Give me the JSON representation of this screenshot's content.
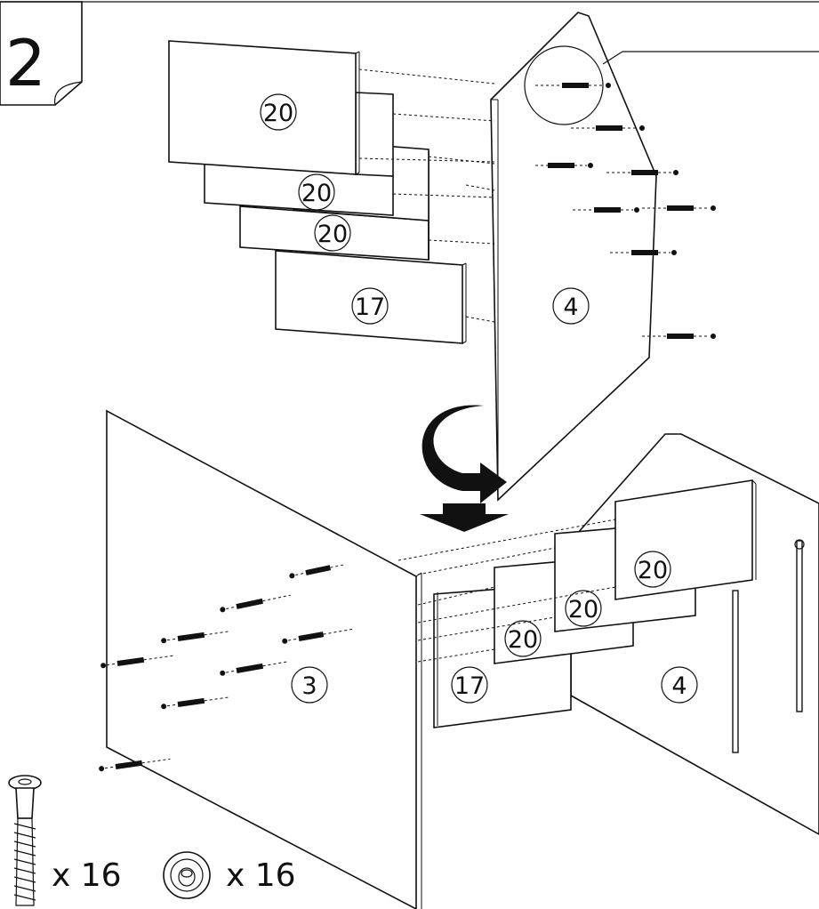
{
  "step": {
    "number": "2"
  },
  "parts": {
    "top": [
      {
        "id": "20"
      },
      {
        "id": "20"
      },
      {
        "id": "20"
      },
      {
        "id": "17"
      },
      {
        "id": "4"
      }
    ],
    "bottom": [
      {
        "id": "3"
      },
      {
        "id": "20"
      },
      {
        "id": "20"
      },
      {
        "id": "20"
      },
      {
        "id": "17"
      },
      {
        "id": "4"
      }
    ]
  },
  "hardware": [
    {
      "icon": "dowel-screw-icon",
      "quantity": "x 16"
    },
    {
      "icon": "cam-cap-icon",
      "quantity": "x 16"
    }
  ],
  "colors": {
    "line": "#111111",
    "background": "#ffffff"
  }
}
